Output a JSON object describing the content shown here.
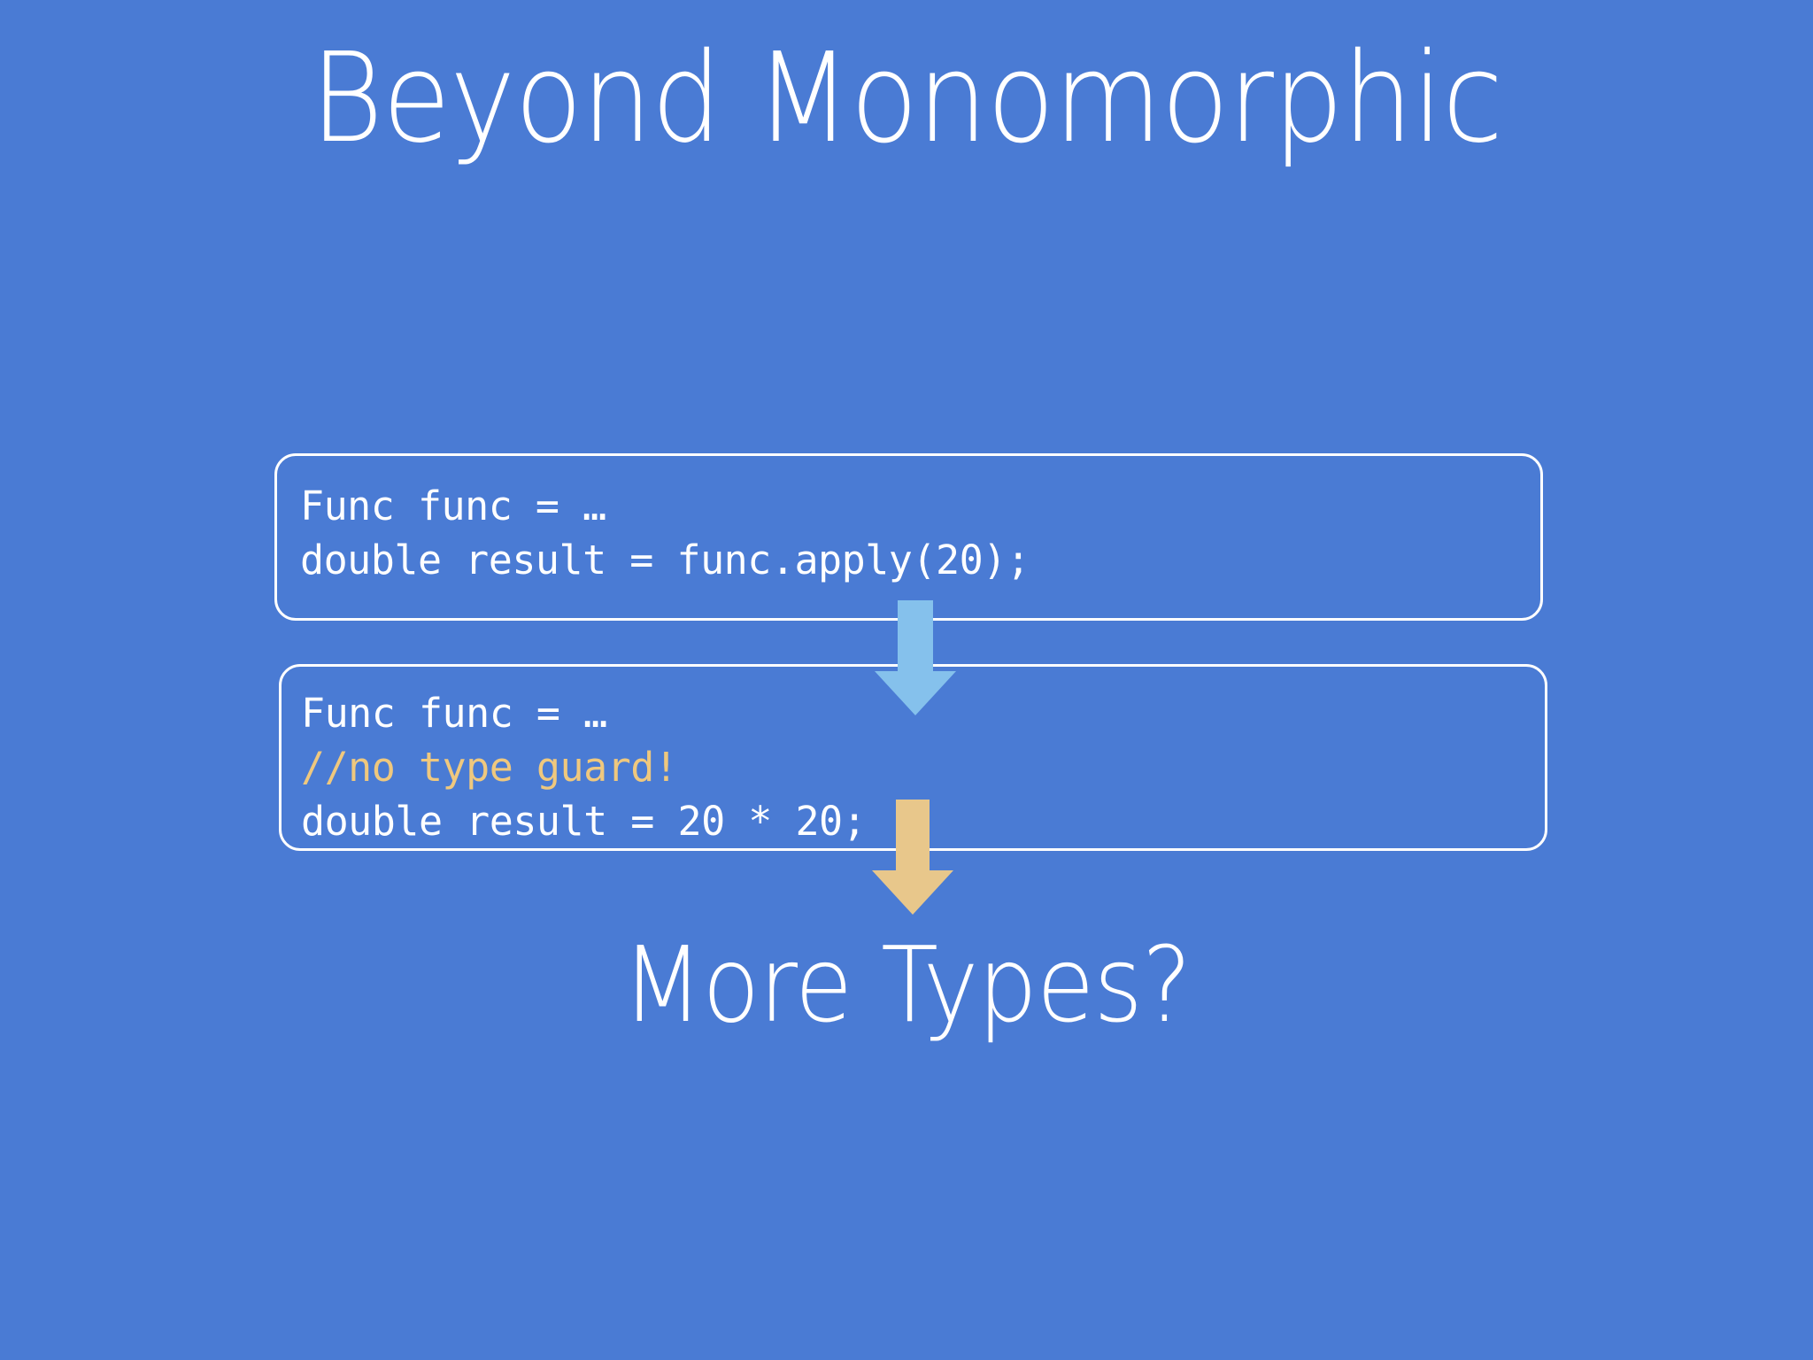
{
  "slide": {
    "background_color": "#4A7BD4",
    "title": "Beyond Monomorphic",
    "footer_heading": "More Types?"
  },
  "code_blocks": [
    {
      "id": "code-box-1",
      "lines": [
        {
          "text": "Func func = …",
          "style": "code"
        },
        {
          "text": "double result = func.apply(20);",
          "style": "code"
        }
      ]
    },
    {
      "id": "code-box-2",
      "lines": [
        {
          "text": "Func func = …",
          "style": "code"
        },
        {
          "text": "//no type guard!",
          "style": "comment"
        },
        {
          "text": "double result = 20 * 20;",
          "style": "code"
        }
      ]
    }
  ],
  "arrows": [
    {
      "name": "arrow-down-blue",
      "direction": "down",
      "color": "#85C1EC"
    },
    {
      "name": "arrow-down-amber",
      "direction": "down",
      "color": "#E8C78B"
    }
  ],
  "colors": {
    "background": "#4A7BD4",
    "text": "#FFFFFF",
    "border": "#FFFFFF",
    "comment": "#EFC87E",
    "arrow_blue": "#85C1EC",
    "arrow_amber": "#E8C78B"
  }
}
